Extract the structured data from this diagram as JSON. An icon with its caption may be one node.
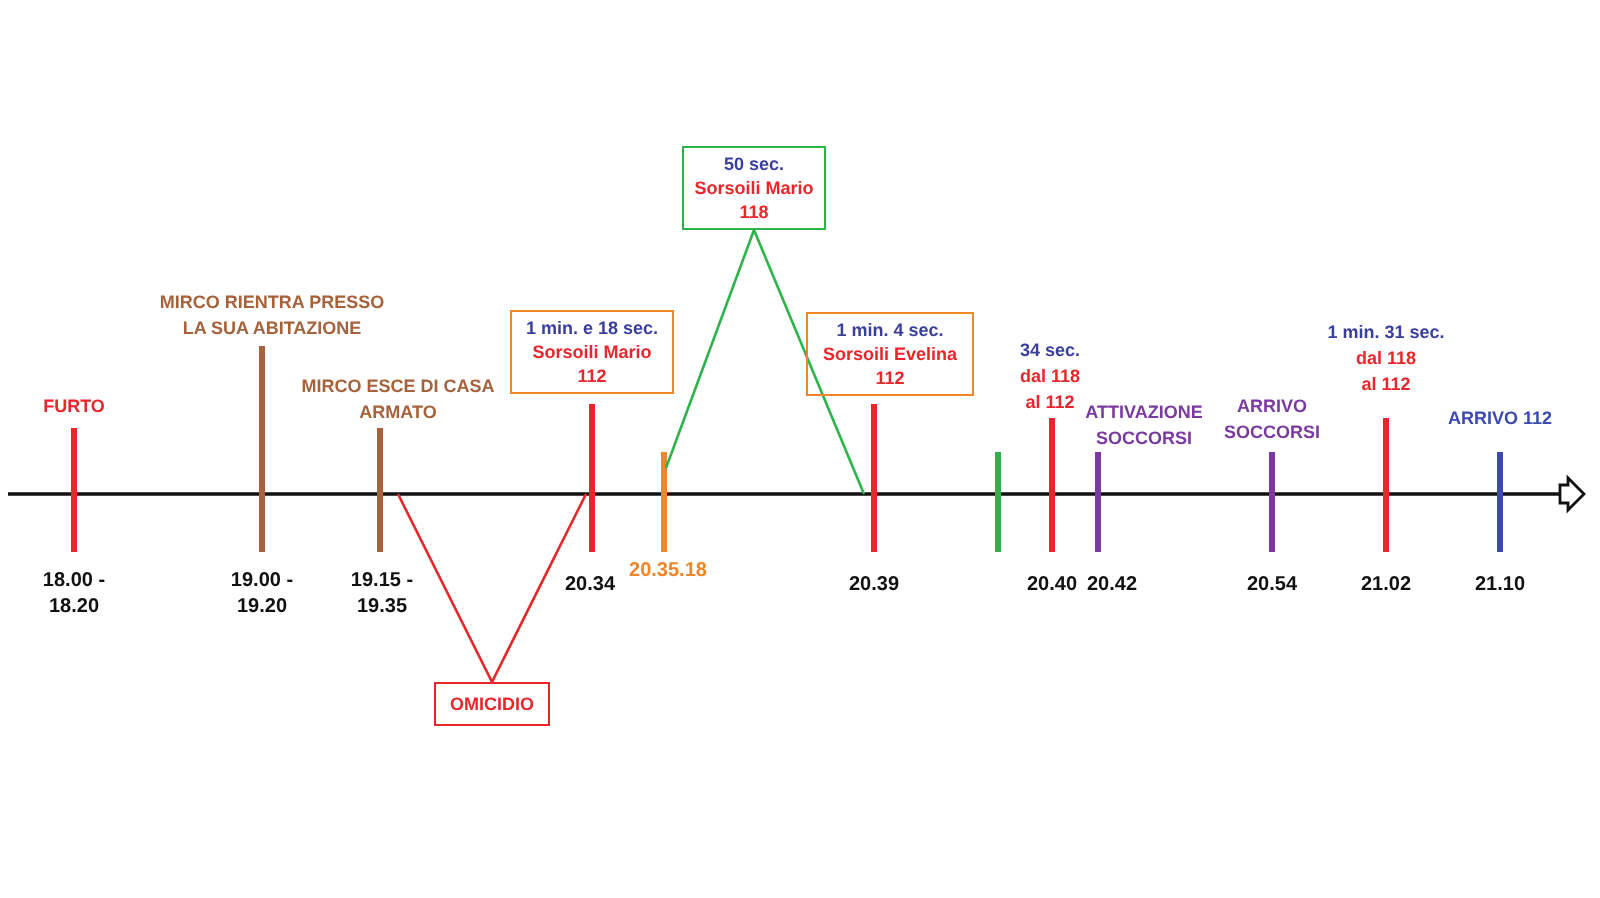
{
  "diagram": {
    "nodes": [
      {
        "text": [
          "50 sec.",
          "Sorsoili Mario",
          "118"
        ]
      },
      {
        "text": [
          "1 min. e 18 sec.",
          "Sorsoili Mario",
          "112"
        ]
      },
      {
        "text": [
          "1 min. 4 sec.",
          "Sorsoili Evelina",
          "112"
        ]
      },
      {
        "text": [
          "OMICIDIO"
        ]
      }
    ],
    "edges": [
      {
        "from": 3,
        "to": null,
        "arrow": "none",
        "color": "#e8262b"
      },
      {
        "from": 3,
        "to": null,
        "arrow": "none",
        "color": "#e8262b"
      },
      {
        "from": 0,
        "to": null,
        "arrow": "none",
        "color": "#2db34a"
      },
      {
        "from": 0,
        "to": null,
        "arrow": "none",
        "color": "#2db34a"
      }
    ],
    "labels": [
      "FURTO",
      "18.00 - 18.20",
      "MIRCO RIENTRA PRESSO LA SUA ABITAZIONE",
      "19.00 - 19.20",
      "MIRCO ESCE DI CASA ARMATO",
      "19.15 - 19.35",
      "20.34",
      "20.35.18",
      "20.39",
      "34 sec.",
      "dal 118 al 112",
      "20.40",
      "ATTIVAZIONE SOCCORSI",
      "20.42",
      "ARRIVO SOCCORSI",
      "20.54",
      "1 min. 31 sec.",
      "dal 118 al 112",
      "21.02",
      "ARRIVO 112",
      "21.10"
    ]
  }
}
